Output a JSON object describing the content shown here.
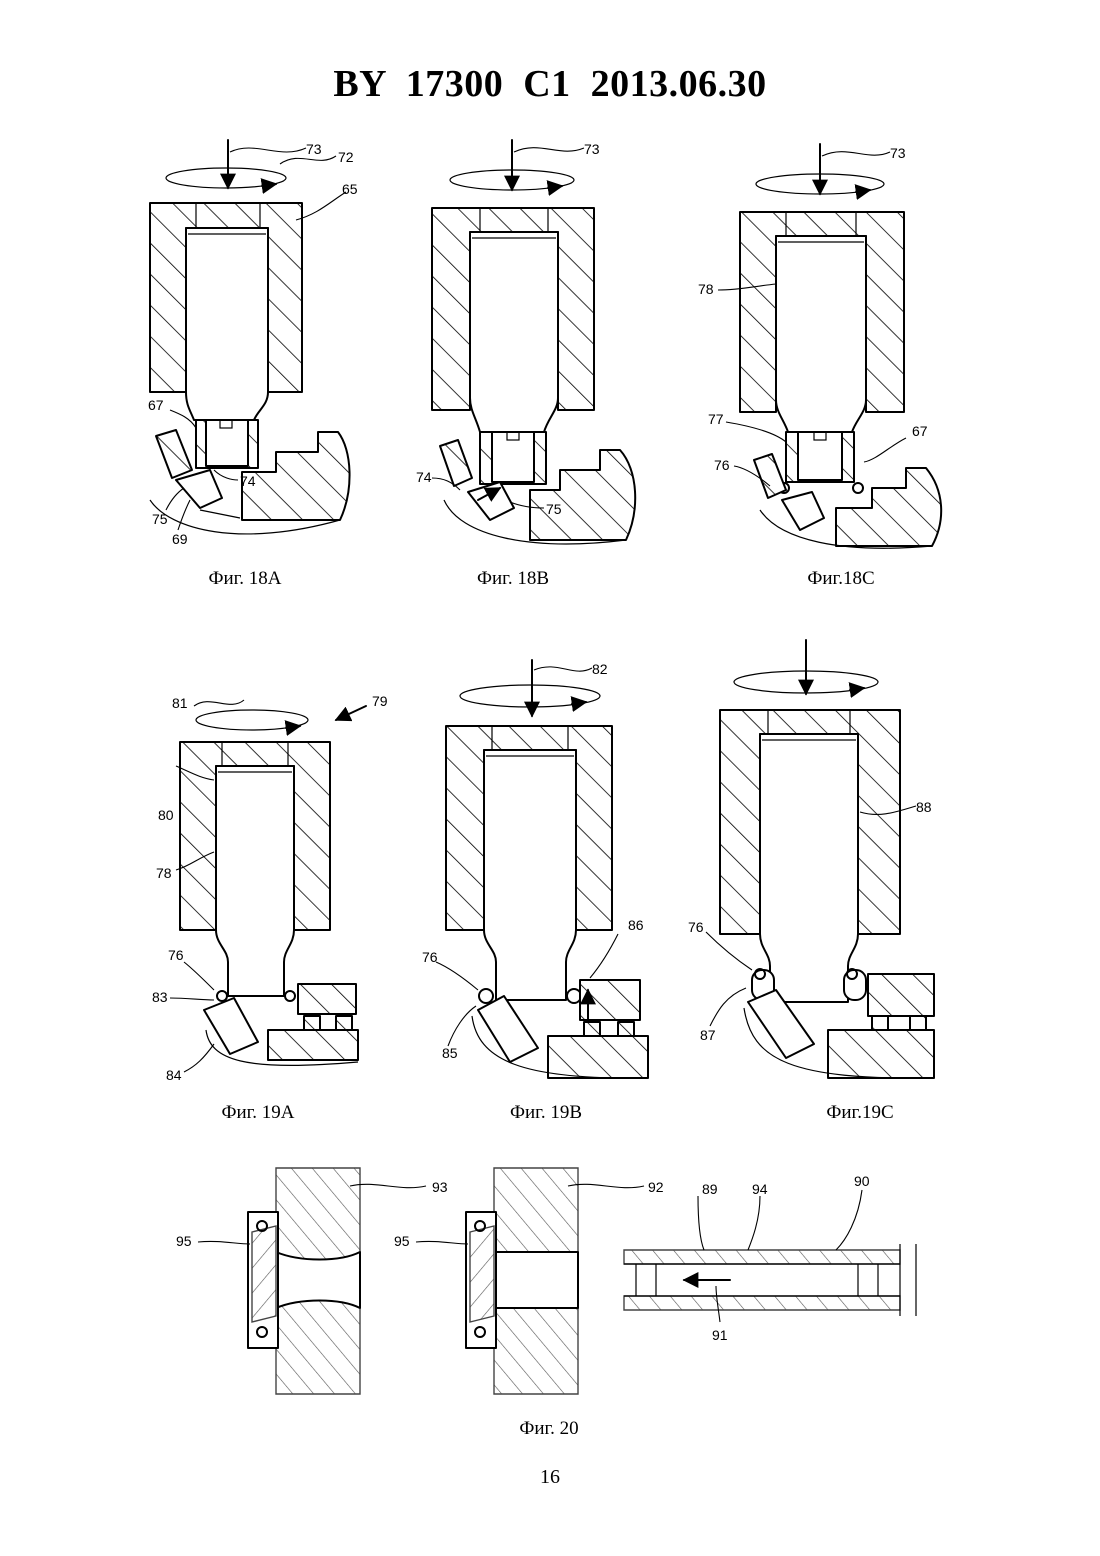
{
  "header": {
    "title": "BY  17300  C1  2013.06.30"
  },
  "page_number": "16",
  "figures": {
    "fig18A": {
      "caption": "Фиг. 18A",
      "labels": {
        "l73": "73",
        "l72": "72",
        "l65": "65",
        "l67": "67",
        "l74": "74",
        "l75": "75",
        "l69": "69"
      }
    },
    "fig18B": {
      "caption": "Фиг. 18B",
      "labels": {
        "l73": "73",
        "l74": "74",
        "l75": "75"
      }
    },
    "fig18C": {
      "caption": "Фиг.18C",
      "labels": {
        "l73": "73",
        "l78": "78",
        "l77": "77",
        "l67": "67",
        "l76": "76"
      }
    },
    "fig19A": {
      "caption": "Фиг. 19A",
      "labels": {
        "l81": "81",
        "l79": "79",
        "l80": "80",
        "l78": "78",
        "l76": "76",
        "l83": "83",
        "l84": "84"
      }
    },
    "fig19B": {
      "caption": "Фиг. 19B",
      "labels": {
        "l82": "82",
        "l86": "86",
        "l76": "76",
        "l85": "85"
      }
    },
    "fig19C": {
      "caption": "Фиг.19C",
      "labels": {
        "l88": "88",
        "l76": "76",
        "l87": "87"
      }
    },
    "fig20": {
      "caption": "Фиг. 20",
      "labels": {
        "l93": "93",
        "l95a": "95",
        "l92": "92",
        "l95b": "95",
        "l89": "89",
        "l94": "94",
        "l90": "90",
        "l91": "91"
      }
    }
  }
}
